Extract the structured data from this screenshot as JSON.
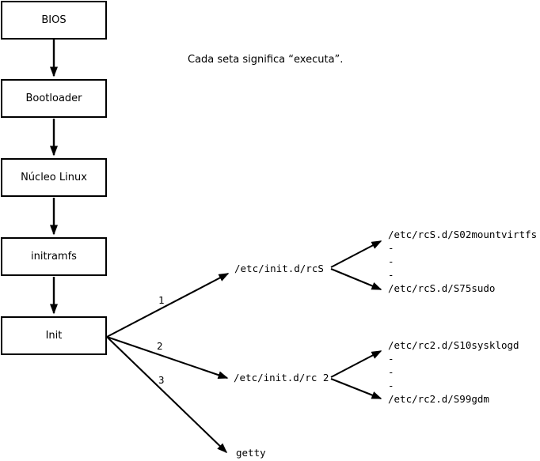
{
  "annotation": "Cada seta significa “executa”.",
  "flow": {
    "boxes": [
      {
        "label": "BIOS"
      },
      {
        "label": "Bootloader"
      },
      {
        "label": "Núcleo Linux"
      },
      {
        "label": "initramfs"
      },
      {
        "label": "Init"
      }
    ]
  },
  "branches": {
    "numbers": [
      "1",
      "2",
      "3"
    ],
    "rcS": {
      "label": "/etc/init.d/rcS",
      "scripts": [
        "/etc/rcS.d/S02mountvirtfs",
        "-",
        "-",
        "-",
        "/etc/rcS.d/S75sudo"
      ]
    },
    "rc2": {
      "label": "/etc/init.d/rc 2",
      "scripts": [
        "/etc/rc2.d/S10sysklogd",
        "-",
        "-",
        "-",
        "/etc/rc2.d/S99gdm"
      ]
    },
    "getty_label": "getty"
  },
  "colors": {
    "ink": "#000000",
    "background": "#ffffff"
  }
}
